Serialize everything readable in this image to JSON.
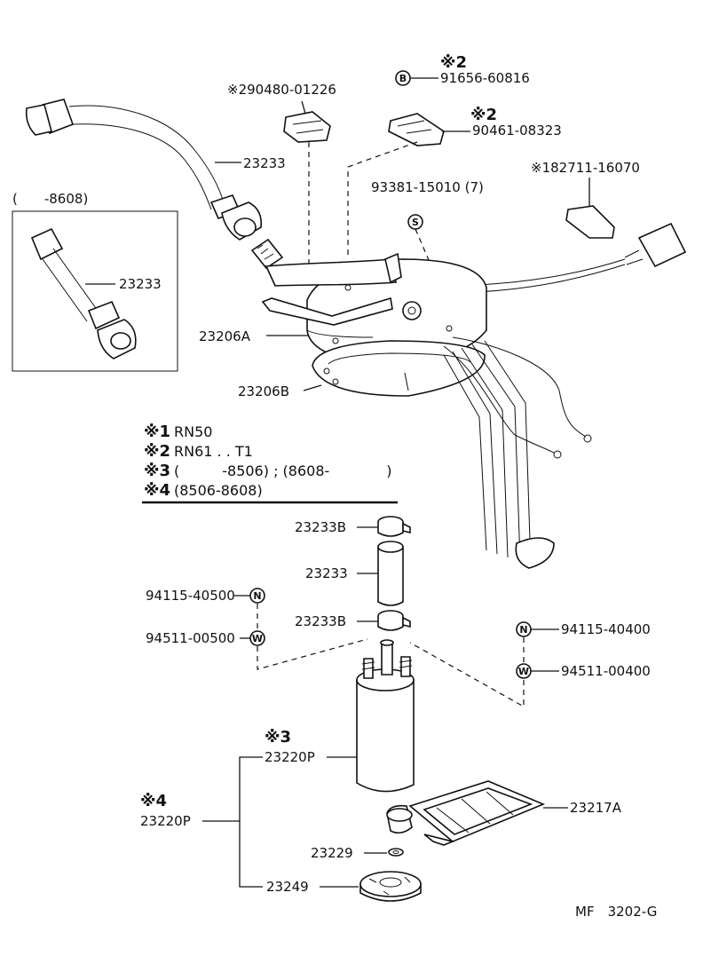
{
  "labels": {
    "clip_290480": "※290480-01226",
    "b_mark": "※2",
    "b_91656": "91656-60816",
    "clip_mark2": "※2",
    "clip_90461": "90461-08323",
    "hose_23233_top": "23233",
    "inset_range": "(　　-8608)",
    "inset_23233": "23233",
    "screw_93381": "93381-15010 (7)",
    "clip_182711": "※182711-16070",
    "gauge_23206A": "23206A",
    "gasket_23206B": "23206B",
    "clamp_23233B_top": "23233B",
    "hose_23233_mid": "23233",
    "clamp_23233B_bot": "23233B",
    "nut_94115_left": "94115-40500",
    "washer_94511_left": "94511-00500",
    "nut_94115_right": "94115-40400",
    "washer_94511_right": "94511-00400",
    "pump_mark3": "※3",
    "pump_23220P_a": "23220P",
    "pump_mark4": "※4",
    "pump_23220P_b": "23220P",
    "filter_23217A": "23217A",
    "cushion_23229": "23229",
    "support_23249": "23249",
    "ref_code": "MF　3202-G"
  },
  "circle_letters": {
    "b": "B",
    "s": "S",
    "n_left": "N",
    "w_left": "W",
    "n_right": "N",
    "w_right": "W"
  },
  "notes": [
    {
      "mark": "※1",
      "text": "RN50"
    },
    {
      "mark": "※2",
      "text": "RN61 . . T1"
    },
    {
      "mark": "※3",
      "text": "(　　　-8506) ; (8608-　　　　)"
    },
    {
      "mark": "※4",
      "text": "(8506-8608)"
    }
  ]
}
